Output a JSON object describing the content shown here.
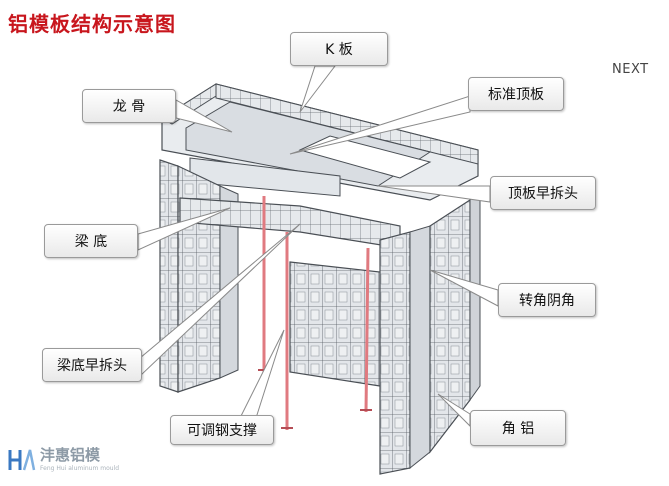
{
  "title": "铝模板结构示意图",
  "nav": {
    "next_label": "NEXT"
  },
  "callouts": {
    "k_board": "K 板",
    "keel": "龙 骨",
    "std_top": "标准顶板",
    "top_early": "顶板早拆头",
    "beam_bottom": "梁 底",
    "corner_inner": "转角阴角",
    "beam_early": "梁底早拆头",
    "adj_support": "可调钢支撑",
    "corner_al": "角 铝"
  },
  "logo": {
    "name": "沣惠铝模",
    "subtitle": "Feng Hui aluminum mould"
  },
  "colors": {
    "title": "#c8161d",
    "support_rod": "#e07a80",
    "panel_fill": "#dfe3e8",
    "panel_stroke": "#4a4f55"
  }
}
